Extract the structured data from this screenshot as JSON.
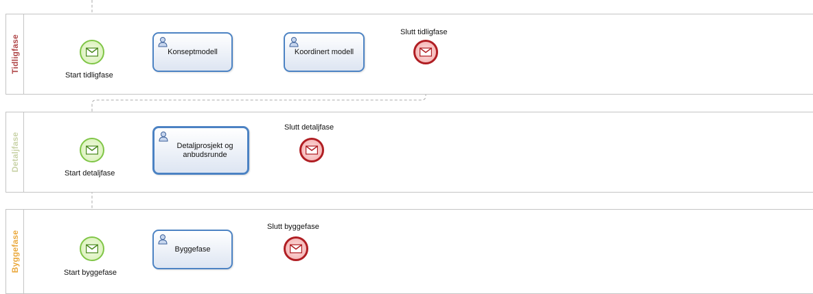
{
  "pools": [
    {
      "name": "Tidligfase",
      "name_color": "#b0484a",
      "start_event": "Start tidligfase",
      "tasks": [
        "Konseptmodell",
        "Koordinert modell"
      ],
      "end_event": "Slutt tidligfase"
    },
    {
      "name": "Detaljfase",
      "name_color": "#c9d3a8",
      "start_event": "Start detaljfase",
      "tasks": [
        "Detaljprosjekt og anbudsrunde"
      ],
      "end_event": "Slutt detaljfase"
    },
    {
      "name": "Byggefase",
      "name_color": "#eaa83c",
      "start_event": "Start byggefase",
      "tasks": [
        "Byggefase"
      ],
      "end_event": "Slutt byggefase"
    }
  ],
  "icons": {
    "task": "user-icon",
    "start_event": "envelope-icon",
    "end_event": "envelope-icon"
  },
  "colors": {
    "task_border": "#4b82c3",
    "start_event_border": "#7fc546",
    "end_event_border": "#b01e23",
    "message_flow": "#aaaaaa",
    "sequence_flow": "#333333"
  }
}
